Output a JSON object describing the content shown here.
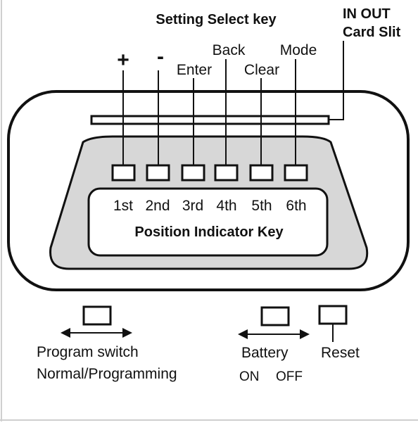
{
  "title": "Setting Select key",
  "card_slit_label": {
    "line1": "IN OUT",
    "line2": "Card Slit"
  },
  "setting_keys": [
    {
      "label": "+"
    },
    {
      "label": "-"
    },
    {
      "label": "Enter"
    },
    {
      "label": "Back"
    },
    {
      "label": "Clear"
    },
    {
      "label": "Mode"
    }
  ],
  "position_labels": [
    "1st",
    "2nd",
    "3rd",
    "4th",
    "5th",
    "6th"
  ],
  "position_indicator_label": "Position Indicator Key",
  "program_switch": {
    "line1": "Program switch",
    "line2": "Normal/Programming"
  },
  "battery": {
    "label": "Battery",
    "on": "ON",
    "off": "OFF"
  },
  "reset_label": "Reset",
  "colors": {
    "ink": "#111111",
    "panel_fill": "#d7d7d7",
    "background": "#ffffff"
  }
}
